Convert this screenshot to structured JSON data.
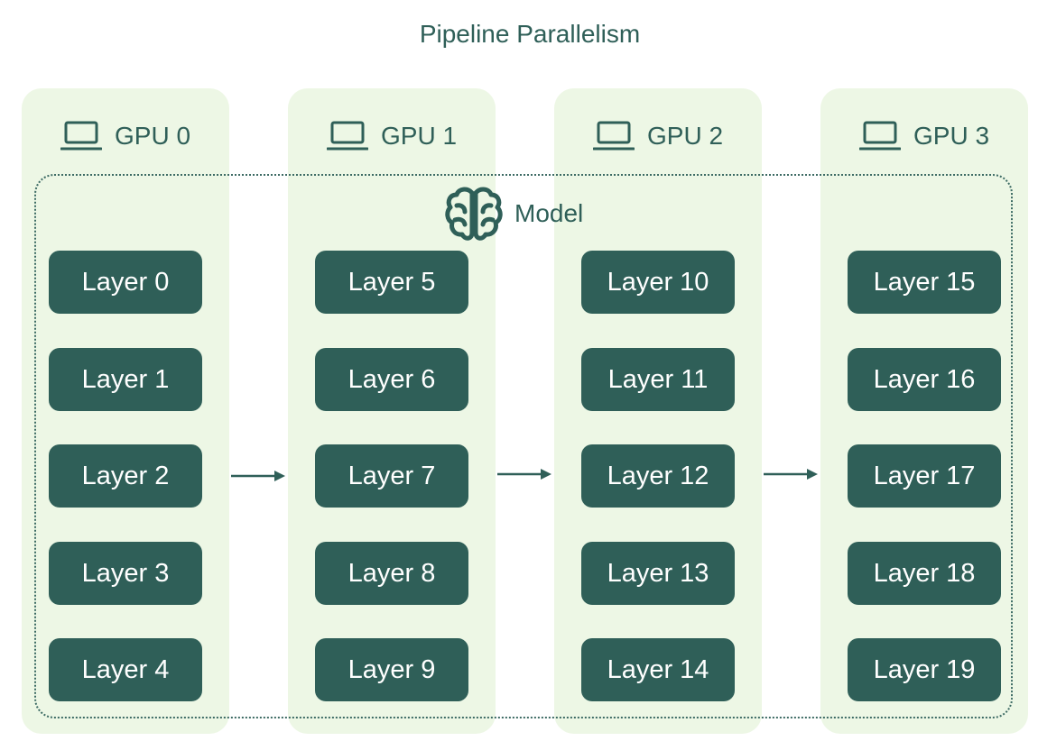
{
  "title": "Pipeline Parallelism",
  "model_label": "Model",
  "gpus": [
    {
      "label": "GPU 0",
      "layers": [
        "Layer 0",
        "Layer 1",
        "Layer 2",
        "Layer 3",
        "Layer 4"
      ]
    },
    {
      "label": "GPU 1",
      "layers": [
        "Layer 5",
        "Layer 6",
        "Layer 7",
        "Layer 8",
        "Layer 9"
      ]
    },
    {
      "label": "GPU 2",
      "layers": [
        "Layer 10",
        "Layer 11",
        "Layer 12",
        "Layer 13",
        "Layer 14"
      ]
    },
    {
      "label": "GPU 3",
      "layers": [
        "Layer 15",
        "Layer 16",
        "Layer 17",
        "Layer 18",
        "Layer 19"
      ]
    }
  ],
  "icons": {
    "gpu": "laptop-icon",
    "model": "brain-icon",
    "flow": "arrow-right-icon"
  },
  "colors": {
    "column_bg": "#edf7e5",
    "layer_bg": "#2f5f58",
    "text": "#2f5f58",
    "layer_text": "#ffffff"
  }
}
